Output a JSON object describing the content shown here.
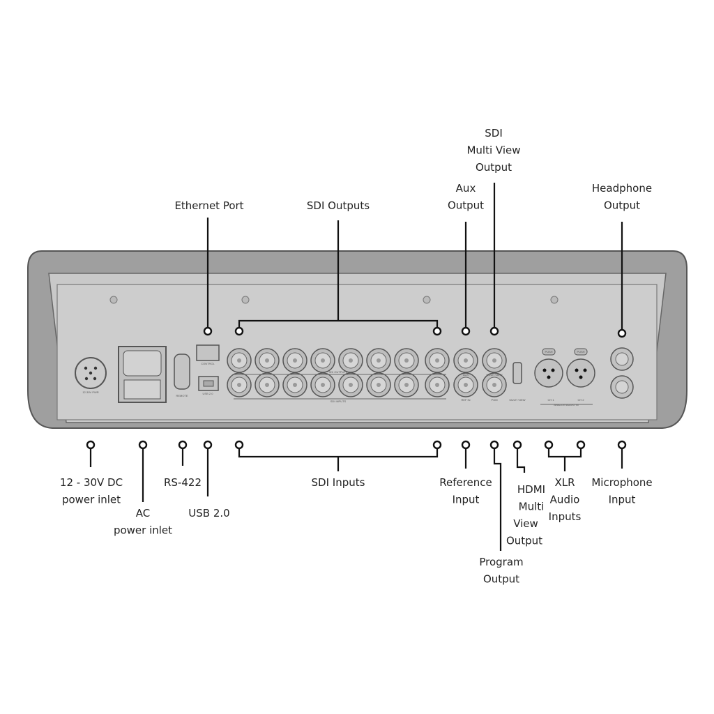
{
  "top_labels": {
    "ethernet": [
      "Ethernet Port"
    ],
    "sdi_outputs": [
      "SDI Outputs"
    ],
    "aux": [
      "Aux",
      "Output"
    ],
    "multiview_sdi": [
      "SDI",
      "Multi View",
      "Output"
    ],
    "headphone": [
      "Headphone",
      "Output"
    ]
  },
  "bottom_labels": {
    "dc_power": [
      "12 - 30V DC",
      "power inlet"
    ],
    "ac_power": [
      "AC",
      "power inlet"
    ],
    "rs422": [
      "RS-422"
    ],
    "usb": [
      "USB 2.0"
    ],
    "sdi_inputs": [
      "SDI Inputs"
    ],
    "reference": [
      "Reference",
      "Input"
    ],
    "program": [
      "Program",
      "Output"
    ],
    "hdmi": [
      "HDMI",
      "Multi",
      "View",
      "Output"
    ],
    "xlr": [
      "XLR",
      "Audio",
      "Inputs"
    ],
    "microphone": [
      "Microphone",
      "Input"
    ]
  },
  "panel_markings": {
    "dc": "12-30V PWR",
    "control": "CONTROL",
    "remote": "REMOTE",
    "usb": "USB 2.0",
    "sdi_out": "SDI OUTPUTS",
    "sdi_in": "SDI INPUTS",
    "aux": "AUX",
    "multiview": "MULTI VIEW",
    "ref": "REF IN",
    "pgm": "PGM",
    "hdmi": "MULTI VIEW",
    "ch1": "CH 1",
    "ch2": "CH 2",
    "analog": "ANALOG AUDIO IN",
    "push": "PUSH"
  },
  "colors": {
    "body": "#a8a8a8",
    "panel": "#c9c9c9",
    "line": "#111111"
  }
}
